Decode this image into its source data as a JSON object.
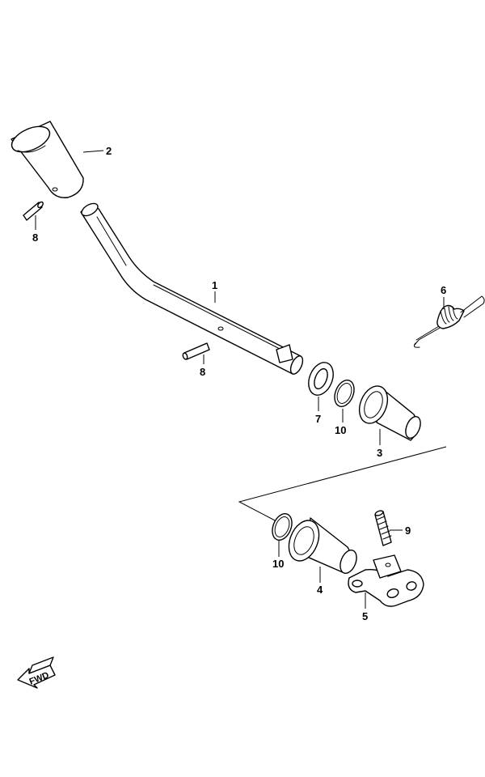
{
  "callouts": {
    "part_1": "1",
    "part_2": "2",
    "part_3": "3",
    "part_4": "4",
    "part_5": "5",
    "part_6": "6",
    "part_7": "7",
    "part_8a": "8",
    "part_8b": "8",
    "part_9": "9",
    "part_10a": "10",
    "part_10b": "10"
  },
  "fwd_label": "FWD"
}
